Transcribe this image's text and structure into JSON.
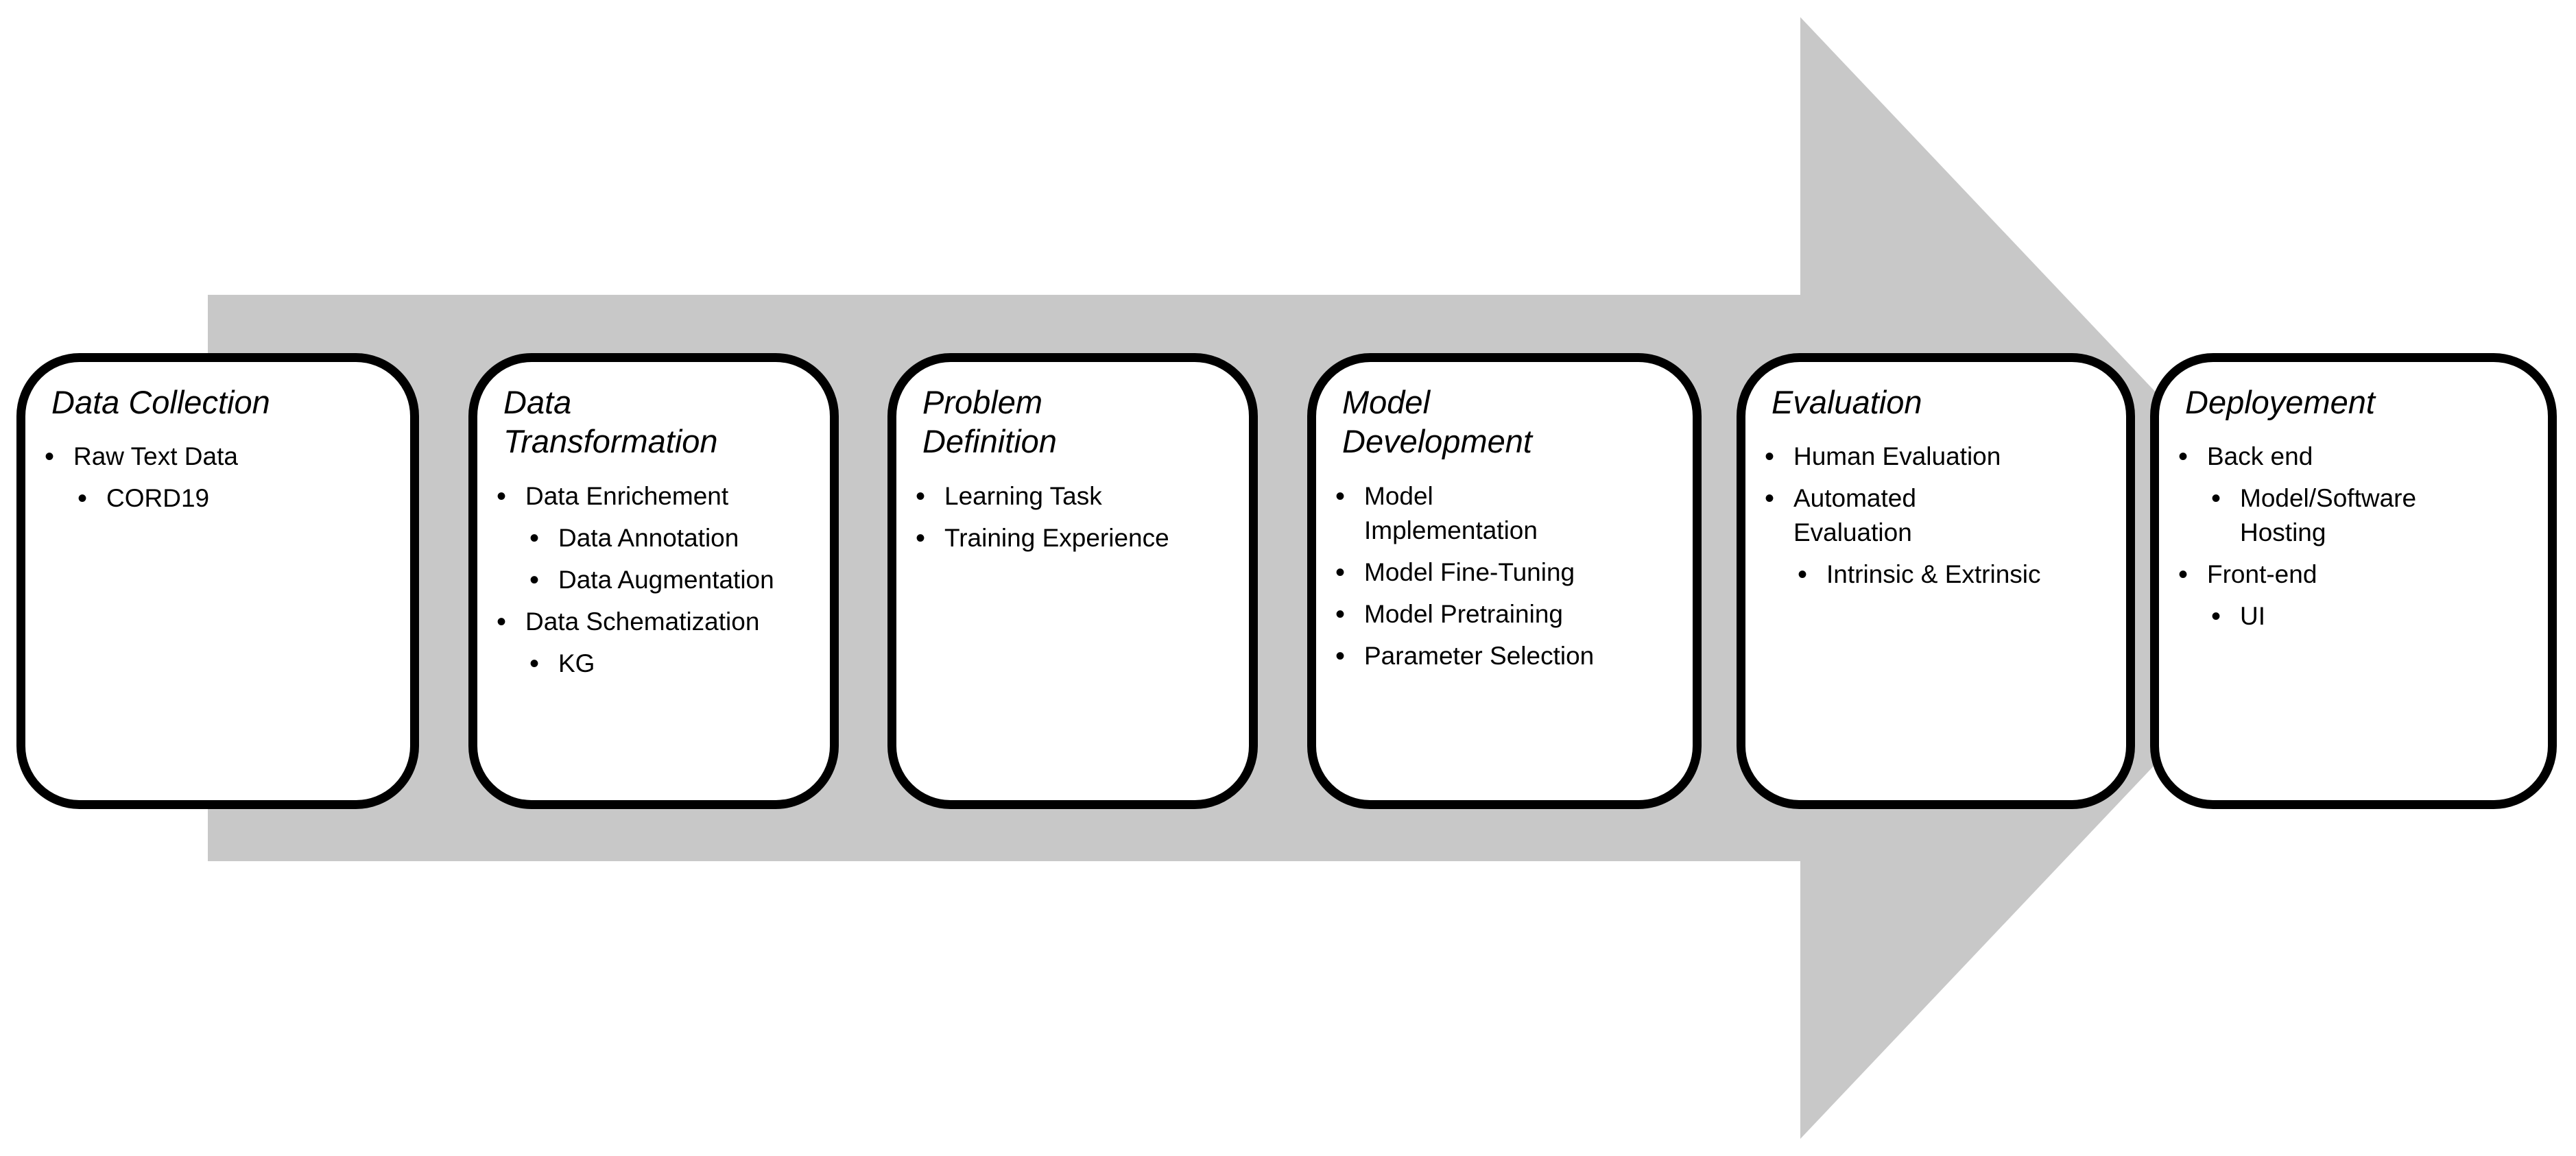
{
  "diagram": {
    "type": "process-flow-arrow",
    "arrow_fill": "#C8C8C8",
    "box_fill": "#FFFFFF",
    "box_border_color": "#000000",
    "text_color": "#000000",
    "bullet_glyph": "•",
    "steps": [
      {
        "title": "Data Collection",
        "items": [
          {
            "text": "Raw Text Data",
            "level": 1
          },
          {
            "text": "CORD19",
            "level": 2
          }
        ]
      },
      {
        "title": "Data\nTransformation",
        "items": [
          {
            "text": "Data Enrichement",
            "level": 1
          },
          {
            "text": "Data Annotation",
            "level": 2
          },
          {
            "text": "Data Augmentation",
            "level": 2
          },
          {
            "text": "Data Schematization",
            "level": 1
          },
          {
            "text": "KG",
            "level": 2
          }
        ]
      },
      {
        "title": "Problem\nDefinition",
        "items": [
          {
            "text": "Learning Task",
            "level": 1
          },
          {
            "text": "Training Experience",
            "level": 1
          }
        ]
      },
      {
        "title": "Model\nDevelopment",
        "items": [
          {
            "text": "Model\nImplementation",
            "level": 1
          },
          {
            "text": "Model Fine-Tuning",
            "level": 1
          },
          {
            "text": "Model Pretraining",
            "level": 1
          },
          {
            "text": "Parameter Selection",
            "level": 1
          }
        ]
      },
      {
        "title": "Evaluation",
        "items": [
          {
            "text": "Human Evaluation",
            "level": 1
          },
          {
            "text": "Automated\nEvaluation",
            "level": 1
          },
          {
            "text": "Intrinsic & Extrinsic",
            "level": 2
          }
        ]
      },
      {
        "title": "Deployement",
        "items": [
          {
            "text": "Back end",
            "level": 1
          },
          {
            "text": "Model/Software\nHosting",
            "level": 2
          },
          {
            "text": "Front-end",
            "level": 1
          },
          {
            "text": "UI",
            "level": 2
          }
        ]
      }
    ]
  }
}
